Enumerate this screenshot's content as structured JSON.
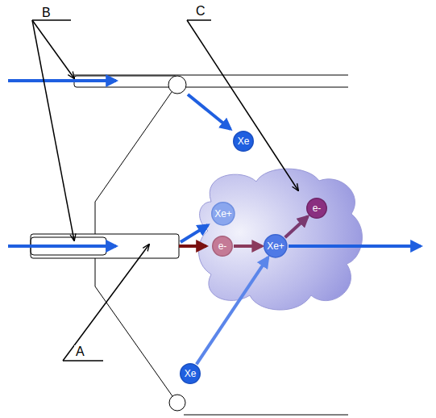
{
  "diagram": {
    "nodes": [
      {
        "text": [
          "Xe"
        ]
      },
      {
        "text": [
          "e-"
        ]
      },
      {
        "text": [
          "Xe+"
        ]
      },
      {
        "text": [
          "e-"
        ]
      },
      {
        "text": [
          "Xe+"
        ]
      },
      {
        "text": [
          "Xe"
        ]
      }
    ],
    "edges": [
      {
        "from": 3,
        "to": 4,
        "arrow": "to"
      },
      {
        "from": 4,
        "to": 1,
        "arrow": "to"
      },
      {
        "from": 5,
        "to": 4,
        "arrow": "to"
      }
    ],
    "labels": [
      "B",
      "C",
      "A"
    ]
  }
}
